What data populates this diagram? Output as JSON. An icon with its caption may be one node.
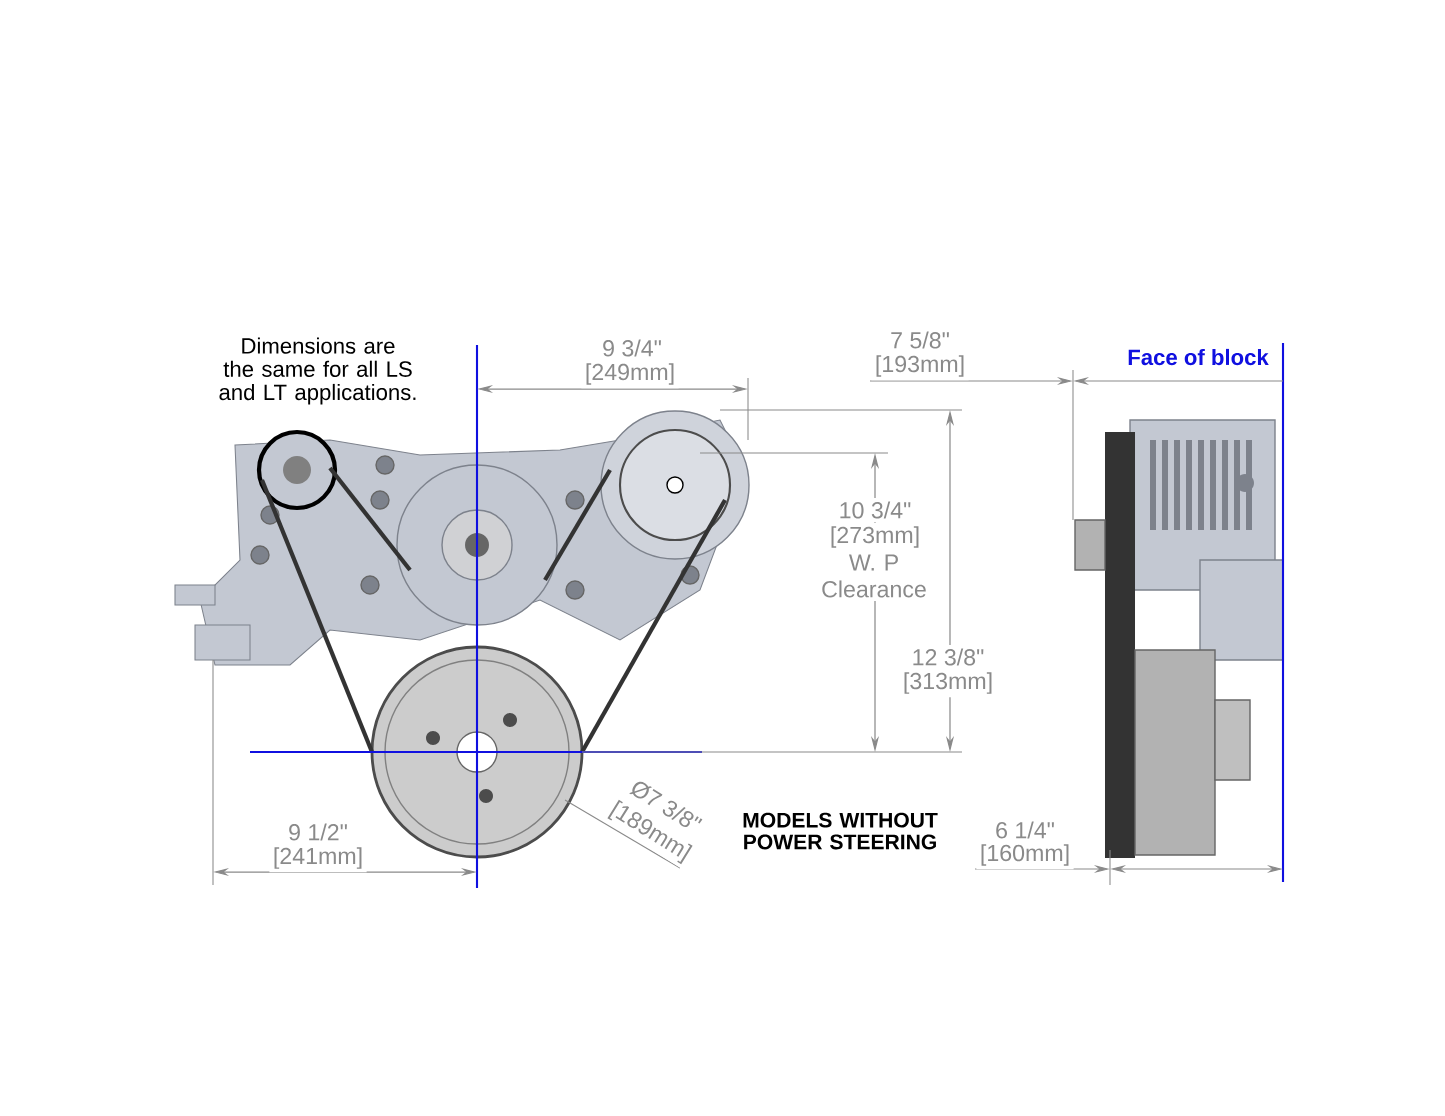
{
  "diagram": {
    "labels": [
      "Dimensions are the same for all LS and LT applications.",
      "9 3/4\"",
      "[249mm]",
      "7 5/8\"",
      "[193mm]",
      "Face of block",
      "10 3/4\"",
      "[273mm]",
      "W. P Clearance",
      "12 3/8\"",
      "[313mm]",
      "9 1/2\"",
      "[241mm]",
      "Ø7 3/8\"",
      "[189mm]",
      "MODELS WITHOUT POWER STEERING",
      "6 1/4\"",
      "[160mm]"
    ]
  }
}
